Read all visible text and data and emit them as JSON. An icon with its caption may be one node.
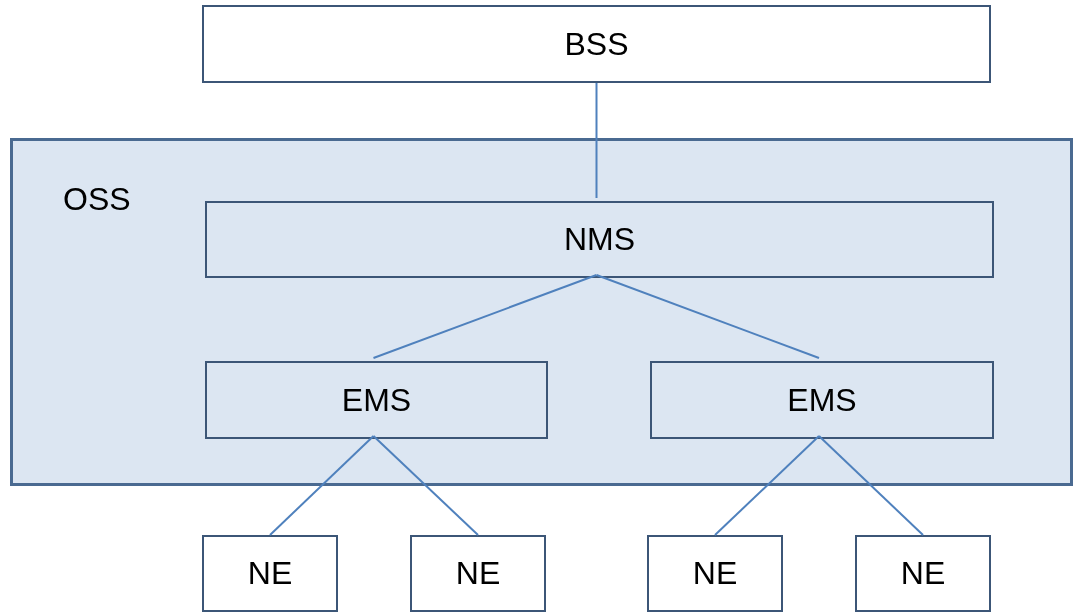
{
  "diagram": {
    "nodes": [
      {
        "text": [
          "BSS"
        ]
      },
      {
        "text": [
          "OSS"
        ]
      },
      {
        "text": [
          "NMS"
        ],
        "in": 1
      },
      {
        "text": [
          "EMS"
        ],
        "in": 1
      },
      {
        "text": [
          "EMS"
        ],
        "in": 1
      },
      {
        "text": [
          "NE"
        ]
      },
      {
        "text": [
          "NE"
        ]
      },
      {
        "text": [
          "NE"
        ]
      },
      {
        "text": [
          "NE"
        ]
      }
    ],
    "edges": [
      {
        "from": 0,
        "to": 2,
        "arrow": "none"
      },
      {
        "from": 2,
        "to": 3,
        "arrow": "none"
      },
      {
        "from": 2,
        "to": 4,
        "arrow": "none"
      },
      {
        "from": 3,
        "to": 5,
        "arrow": "none"
      },
      {
        "from": 3,
        "to": 6,
        "arrow": "none"
      },
      {
        "from": 4,
        "to": 7,
        "arrow": "none"
      },
      {
        "from": 4,
        "to": 8,
        "arrow": "none"
      }
    ]
  }
}
